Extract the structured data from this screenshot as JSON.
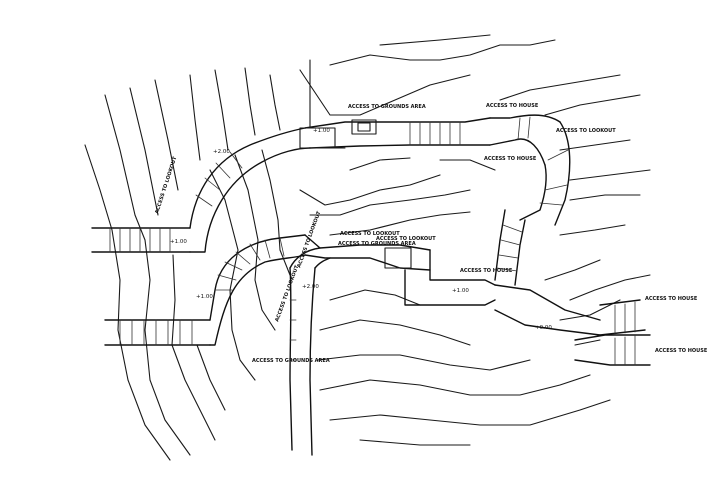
{
  "labels": {
    "access_house_top": "ACCESS TO HOUSE",
    "access_grounds_top": "ACCESS TO GROUNDS AREA",
    "access_lookout_right": "ACCESS TO LOOKOUT",
    "access_house_mid": "ACCESS TO HOUSE",
    "access_lookout_center": "ACCESS TO LOOKOUT",
    "access_grounds_center": "ACCESS TO GROUNDS AREA",
    "access_lookout_center2": "ACCESS TO LOOKOUT",
    "access_lookout_left": "ACCESS TO LOOKOUT",
    "access_house_center": "ACCESS TO HOUSE",
    "access_lookout_lower": "ACCESS TO LOOKOUT",
    "access_grounds_bottom": "ACCESS TO GROUNDS AREA",
    "access_house_br1": "ACCESS TO HOUSE",
    "access_house_br2": "ACCESS TO HOUSE"
  },
  "levels": {
    "lvl_1": "+1.00",
    "lvl_2": "+1.00",
    "lvl_3": "+2.00",
    "lvl_4": "+2.00",
    "lvl_5": "+1.00",
    "lvl_6": "+0.00",
    "lvl_7": "+1.00"
  }
}
